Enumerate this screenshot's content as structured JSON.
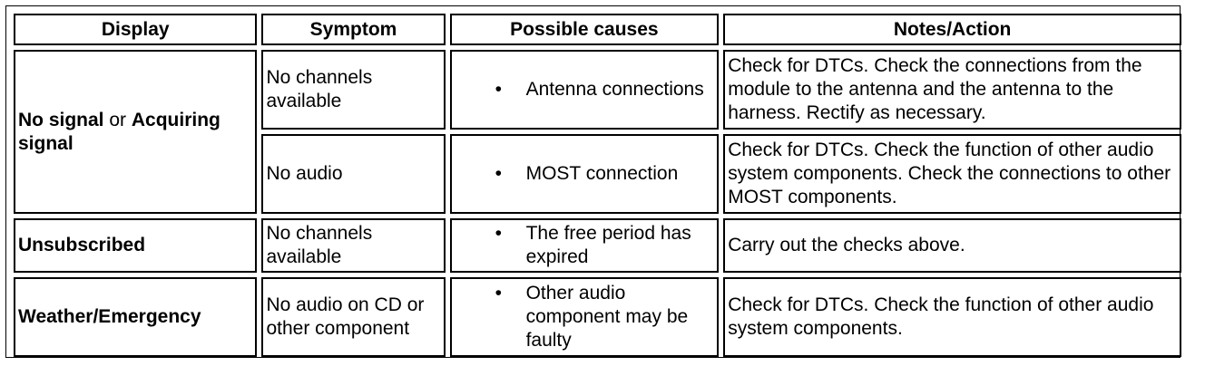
{
  "headers": {
    "display": "Display",
    "symptom": "Symptom",
    "causes": "Possible causes",
    "notes": "Notes/Action"
  },
  "rows": [
    {
      "display_part1": "No signal",
      "display_or": " or ",
      "display_part2": "Acquiring signal",
      "symptom": "No channels available",
      "cause": "Antenna connections",
      "notes": "Check for DTCs. Check the connections from the module to the antenna and the antenna to the harness. Rectify as necessary."
    },
    {
      "symptom": "No audio",
      "cause": "MOST connection",
      "notes": "Check for DTCs. Check the function of other audio system components. Check the connections to other MOST components."
    },
    {
      "display": "Unsubscribed",
      "symptom": "No channels available",
      "cause": "The free period has expired",
      "notes": "Carry out the checks above."
    },
    {
      "display": "Weather/Emergency",
      "symptom": "No audio on CD or other component",
      "cause": "Other audio component may be faulty",
      "notes": "Check for DTCs. Check the function of other audio system components."
    }
  ]
}
